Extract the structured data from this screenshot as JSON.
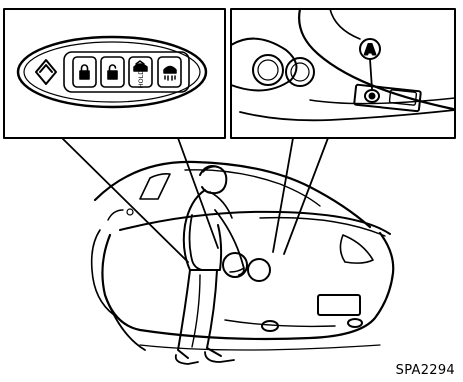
{
  "figure": {
    "code": "SPA2294",
    "callout_label": "A",
    "key_fob": {
      "buttons": [
        {
          "icon": "lock-icon"
        },
        {
          "icon": "unlock-icon"
        },
        {
          "icon": "trunk-open-icon",
          "text": "HOLD"
        },
        {
          "icon": "panic-icon"
        }
      ]
    }
  }
}
